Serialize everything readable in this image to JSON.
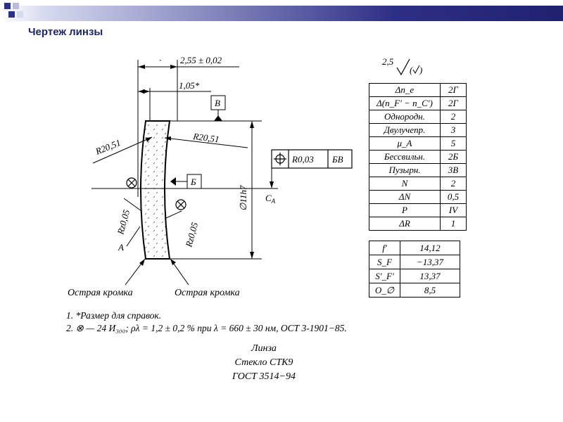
{
  "slide": {
    "title": "Чертеж линзы"
  },
  "drawing": {
    "dim_thickness": "2,55 ± 0,02",
    "dim_ref": "1,05*",
    "dim_diameter": "∅11h7",
    "radius_left": "R20,51",
    "radius_right": "R20,51",
    "rz_left": "Rz0,05",
    "rz_right": "Rz0,05",
    "datum_v": "В",
    "datum_b": "Б",
    "tolerance_value": "R0,03",
    "tolerance_datums": "БВ",
    "axis_label": "C",
    "axis_sub": "A",
    "point_a": "A",
    "sharp_edge_left": "Острая кромка",
    "sharp_edge_right": "Острая кромка",
    "roughness": "2,5"
  },
  "properties": [
    {
      "name": "Δn_e",
      "value": "2Г"
    },
    {
      "name": "Δ(n_F' − n_C')",
      "value": "2Г"
    },
    {
      "name": "Однородн.",
      "value": "2"
    },
    {
      "name": "Двулучепр.",
      "value": "3"
    },
    {
      "name": "μ_A",
      "value": "5"
    },
    {
      "name": "Бессвильн.",
      "value": "2Б"
    },
    {
      "name": "Пузырн.",
      "value": "3В"
    },
    {
      "name": "N",
      "value": "2"
    },
    {
      "name": "ΔN",
      "value": "0,5"
    },
    {
      "name": "P",
      "value": "IV"
    },
    {
      "name": "ΔR",
      "value": "1"
    }
  ],
  "optics": [
    {
      "name": "f'",
      "value": "14,12"
    },
    {
      "name": "S_F",
      "value": "−13,37"
    },
    {
      "name": "S'_F'",
      "value": "13,37"
    },
    {
      "name": "O_∅",
      "value": "8,5"
    }
  ],
  "notes": {
    "line1": "1. *Размер для справок.",
    "line2": "2. ⊗ — 24 И₃₀₀; ρλ = 1,2 ± 0,2 % при λ = 660 ± 30 нм, ОСТ 3-1901−85."
  },
  "caption": {
    "line1": "Линза",
    "line2": "Стекло СТК9",
    "line3": "ГОСТ 3514−94"
  }
}
